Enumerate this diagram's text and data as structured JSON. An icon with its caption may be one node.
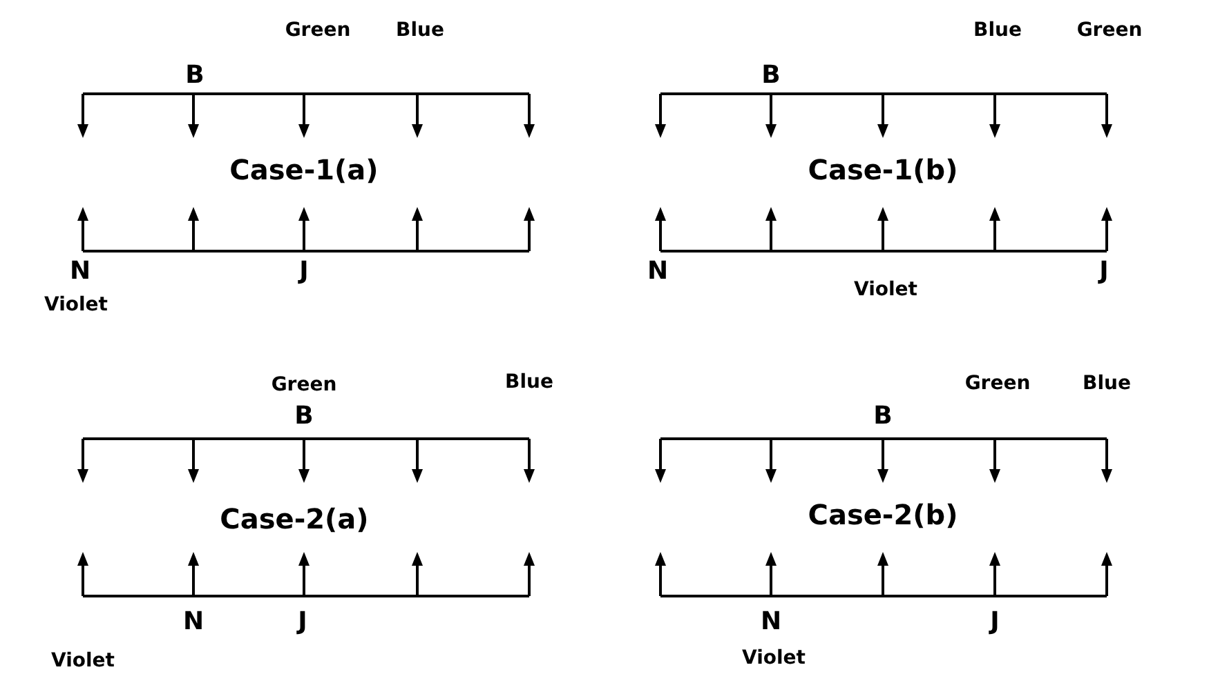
{
  "diagram": {
    "labels": [
      "Green",
      "Blue",
      "B",
      "Case-1(a)",
      "N",
      "J",
      "Violet",
      "Blue",
      "Green",
      "B",
      "Case-1(b)",
      "N",
      "J",
      "Violet",
      "Green",
      "Blue",
      "B",
      "Case-2(a)",
      "N",
      "J",
      "Violet",
      "Green",
      "Blue",
      "B",
      "Case-2(b)",
      "N",
      "J",
      "Violet"
    ]
  }
}
